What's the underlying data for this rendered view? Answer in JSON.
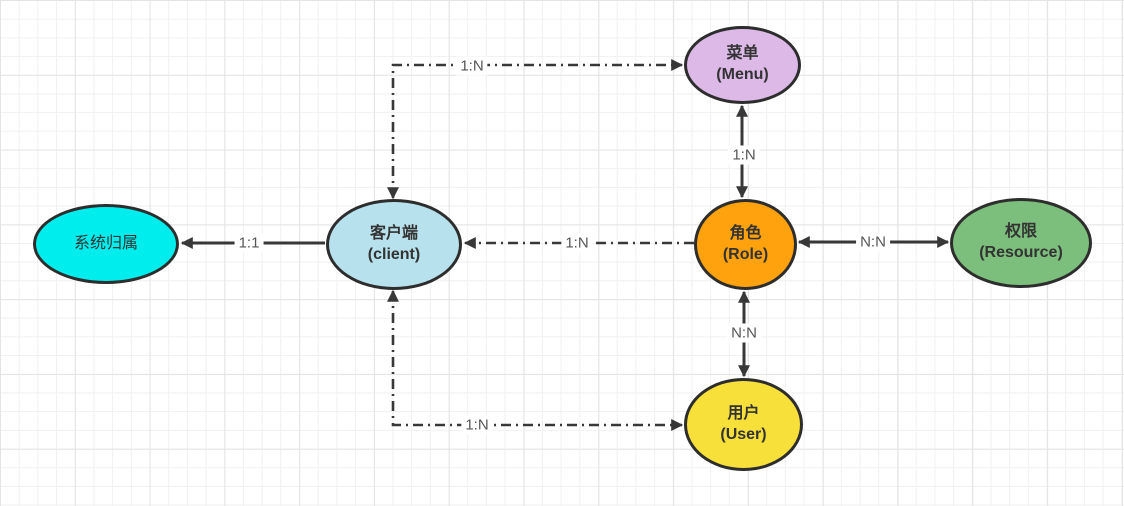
{
  "diagram": {
    "nodes": {
      "menu": {
        "name": "菜单",
        "sub": "(Menu)",
        "fill": "#DDB9E8"
      },
      "system": {
        "name": "系统归属",
        "fill": "#00EDED"
      },
      "client": {
        "name": "客户端",
        "sub": "(client)",
        "fill": "#B7E1EC"
      },
      "role": {
        "name": "角色",
        "sub": "(Role)",
        "fill": "#FFA20D"
      },
      "resource": {
        "name": "权限",
        "sub": "(Resource)",
        "fill": "#7CBE7B"
      },
      "user": {
        "name": "用户",
        "sub": "(User)",
        "fill": "#F8E03A"
      }
    },
    "edges": {
      "client_menu": {
        "label": "1:N",
        "style": "dash-dot",
        "arrows": "both",
        "from": "client",
        "to": "menu"
      },
      "menu_role": {
        "label": "1:N",
        "style": "solid",
        "arrows": "both",
        "from": "menu",
        "to": "role"
      },
      "role_client": {
        "label": "1:N",
        "style": "dash-dot",
        "arrows": "to",
        "from": "role",
        "to": "client"
      },
      "client_system": {
        "label": "1:1",
        "style": "solid",
        "arrows": "to",
        "from": "client",
        "to": "system"
      },
      "role_resource": {
        "label": "N:N",
        "style": "solid",
        "arrows": "both",
        "from": "role",
        "to": "resource"
      },
      "role_user": {
        "label": "N:N",
        "style": "solid",
        "arrows": "both",
        "from": "role",
        "to": "user"
      },
      "client_user": {
        "label": "1:N",
        "style": "dash-dot",
        "arrows": "both",
        "from": "client",
        "to": "user"
      }
    },
    "colors": {
      "node_border": "#2D2D2D",
      "node_text": "#333333",
      "edge": "#383838",
      "edge_label_text": "#555555",
      "grid_minor": "#F0F0F0",
      "grid_major": "#E4E4E4",
      "background": "#FFFFFF"
    }
  }
}
